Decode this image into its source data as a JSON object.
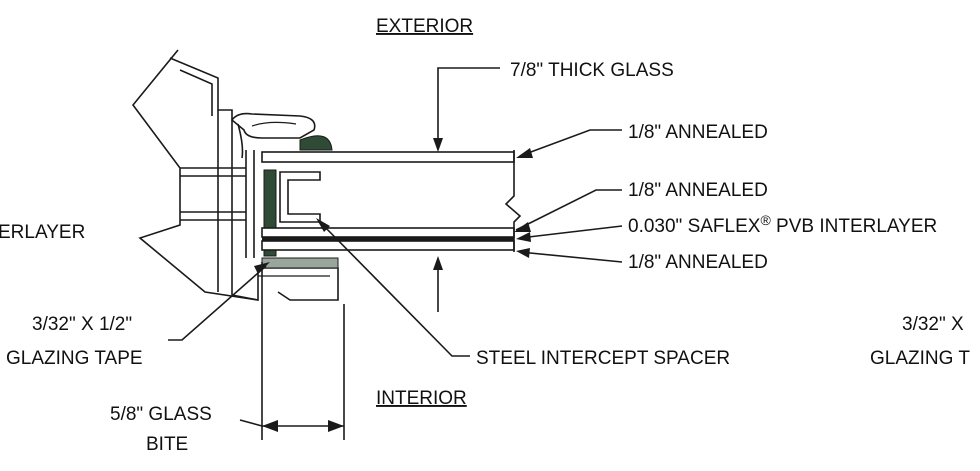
{
  "labels": {
    "exterior": "EXTERIOR",
    "interior": "INTERIOR",
    "thick_glass": "7/8\" THICK GLASS",
    "annealed_top": "1/8\" ANNEALED",
    "annealed_mid": "1/8\" ANNEALED",
    "pvb_interlayer_prefix": "0.030\" SAFLEX",
    "pvb_reg": "®",
    "pvb_interlayer_suffix": " PVB INTERLAYER",
    "annealed_bottom": "1/8\" ANNEALED",
    "left_interlayer_fragment": "ERLAYER",
    "tape_size": "3/32\" X 1/2\"",
    "glazing_tape": "GLAZING TAPE",
    "steel_spacer": "STEEL INTERCEPT SPACER",
    "glass_bite_line1": "5/8\" GLASS",
    "glass_bite_line2": "BITE",
    "right_tape_fragment": "3/32\" X",
    "right_glazing_fragment": "GLAZING T"
  },
  "colors": {
    "line": "#1a1a1a",
    "sealant": "#2f4a35",
    "tape": "#9aa59c"
  }
}
